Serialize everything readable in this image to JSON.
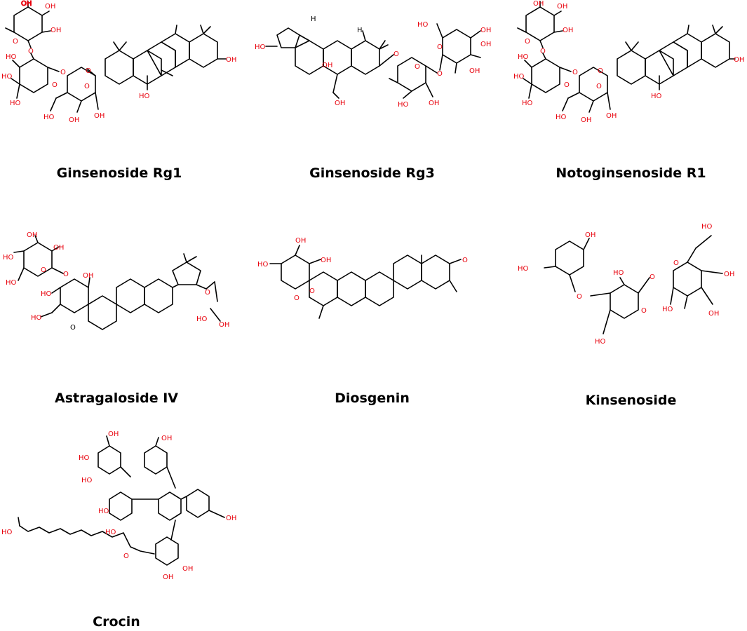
{
  "compounds": [
    {
      "name": "Ginsenoside Rg1"
    },
    {
      "name": "Ginsenoside Rg3"
    },
    {
      "name": "Notoginsenoside R1"
    },
    {
      "name": "Astragaloside IV"
    },
    {
      "name": "Diosgenin"
    },
    {
      "name": "Kinsenoside"
    },
    {
      "name": "Crocin"
    }
  ],
  "atom_labels": {
    "oh": "OH",
    "ho": "HO",
    "o": "O",
    "h": "H"
  }
}
